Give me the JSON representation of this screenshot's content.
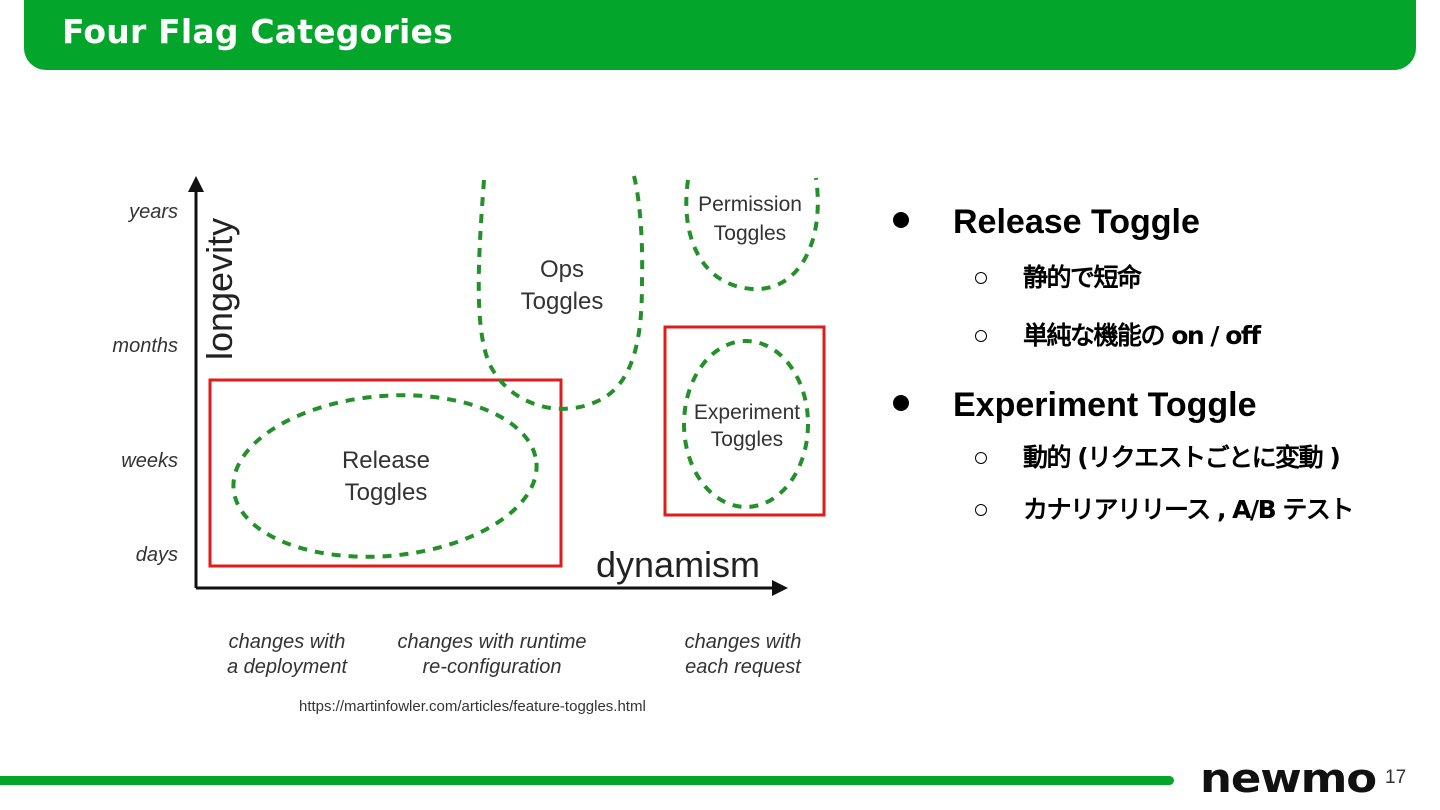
{
  "header": {
    "title": "Four Flag Categories"
  },
  "diagram": {
    "y_axis": {
      "title": "longevity",
      "ticks": [
        "years",
        "months",
        "weeks",
        "days"
      ]
    },
    "x_axis": {
      "title": "dynamism",
      "ticks": [
        {
          "line1": "changes with",
          "line2": "a deployment"
        },
        {
          "line1": "changes with runtime",
          "line2": "re-configuration"
        },
        {
          "line1": "changes with",
          "line2": "each request"
        }
      ]
    },
    "regions": {
      "release": {
        "line1": "Release",
        "line2": "Toggles"
      },
      "ops": {
        "line1": "Ops",
        "line2": "Toggles"
      },
      "permission": {
        "line1": "Permission",
        "line2": "Toggles"
      },
      "experiment": {
        "line1": "Experiment",
        "line2": "Toggles"
      }
    },
    "colors": {
      "highlight_box": "#e01b1b",
      "region_outline": "#23902a"
    }
  },
  "source_url": "https://martinfowler.com/articles/feature-toggles.html",
  "bullets": [
    {
      "title": "Release Toggle",
      "items": [
        "静的で短命",
        "単純な機能の on / off"
      ]
    },
    {
      "title": "Experiment Toggle",
      "items": [
        "動的 (リクエストごとに変動 )",
        "カナリアリリース , A/B テスト"
      ]
    }
  ],
  "footer": {
    "logo": "newmo",
    "page_number": "17"
  },
  "theme": {
    "brand_green": "#03a62a"
  }
}
